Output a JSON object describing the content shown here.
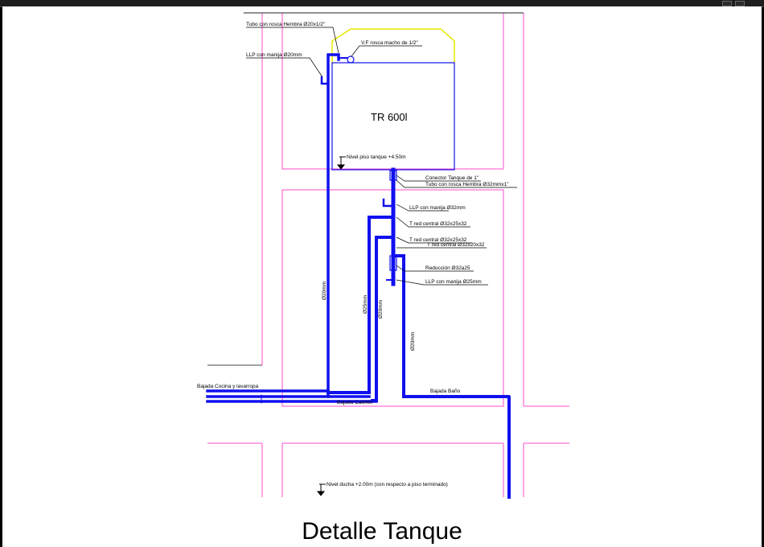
{
  "drawing": {
    "title": "Detalle Tanque",
    "tank": {
      "label": "TR 600l"
    },
    "levels": {
      "tank_floor": "Nivel piso tanque +4.50m",
      "shower": "Nivel ducha +2.00m (con respecto a piso terminado)"
    },
    "annotations": {
      "a1": "Tubo con rosca Hembra Ø20x1/2\"",
      "a2": "V.F rosca macho de 1/2\"",
      "a3": "LLP con manija Ø20mm",
      "a4": "Conector Tanque de 1\"",
      "a5": "Tubo con rosca Hembra Ø32mmx1\"",
      "a6": "LLP con manija Ø32mm",
      "a7": "T red central Ø32x25x32",
      "a8": "T red central Ø32x25x32",
      "a9": "T red central Ø32x20x32",
      "a10": "Reducción Ø32a25",
      "a11": "LLP con manija Ø25mm"
    },
    "pipe_labels": {
      "p1": "Ø20mm",
      "p2": "Ø25mm",
      "p3": "Ø20mm",
      "p4": "Ø20mm"
    },
    "outlets": {
      "kitchen": "Bajada Cocina y lavarropa",
      "heater": "Bajada Calefón",
      "bath": "Bajada Baño"
    },
    "colors": {
      "pipe": "#1010ee",
      "wall": "#ff4dcc",
      "tank_roof": "#e8e800",
      "background_ui": "#000000",
      "sheet": "#ffffff"
    }
  }
}
